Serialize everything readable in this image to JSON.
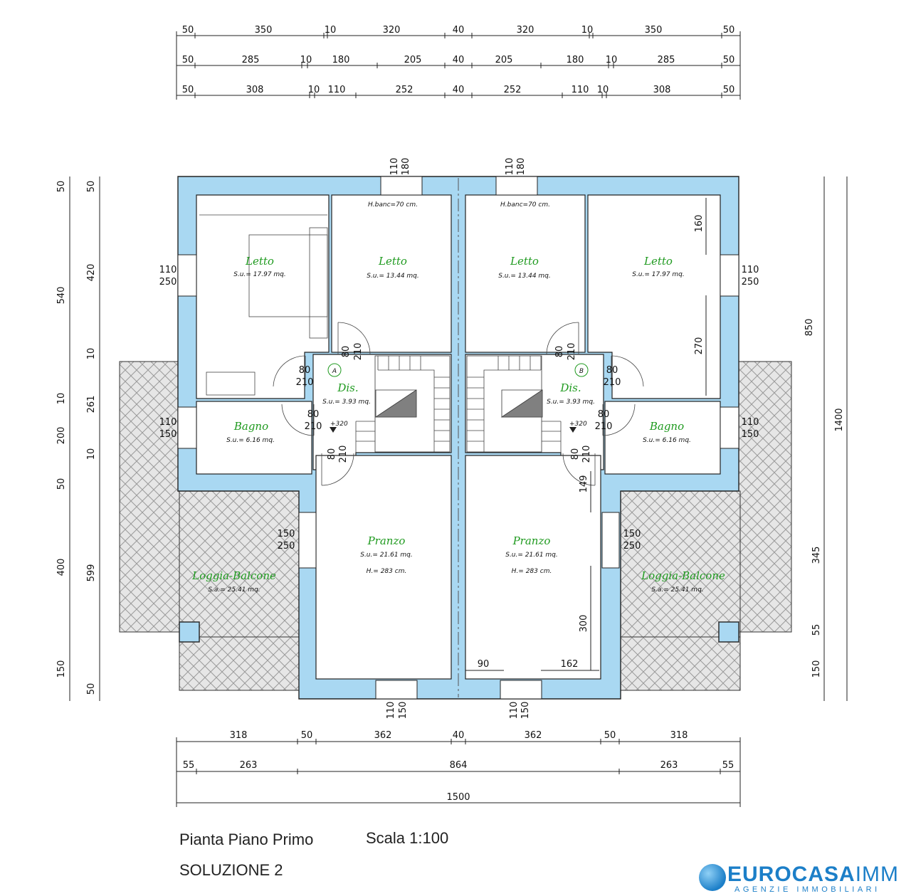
{
  "dims": {
    "top_row1": [
      "50",
      "350",
      "10",
      "320",
      "40",
      "320",
      "10",
      "350",
      "50"
    ],
    "top_row2": [
      "50",
      "285",
      "10",
      "180",
      "205",
      "40",
      "205",
      "180",
      "10",
      "285",
      "50"
    ],
    "top_row3": [
      "50",
      "308",
      "10",
      "110",
      "252",
      "40",
      "252",
      "110",
      "10",
      "308",
      "50"
    ],
    "bottom_row1": [
      "318",
      "50",
      "362",
      "40",
      "362",
      "50",
      "318"
    ],
    "bottom_row2": [
      "55",
      "263",
      "864",
      "263",
      "55"
    ],
    "bottom_total": "1500",
    "left_outer": [
      "50",
      "540",
      "10",
      "200",
      "50",
      "400",
      "150",
      "50"
    ],
    "left_inner": [
      "50",
      "420",
      "10",
      "261",
      "10",
      "599"
    ],
    "right_outer": [
      "850",
      "1400"
    ],
    "right_inner": [
      "345",
      "55",
      "150"
    ],
    "windows": {
      "top_left": [
        "110",
        "180"
      ],
      "top_right": [
        "110",
        "180"
      ],
      "bottom_left": [
        "110",
        "150"
      ],
      "bottom_right": [
        "110",
        "150"
      ],
      "side_letto": [
        "110",
        "250"
      ],
      "side_bagno": [
        "110",
        "150"
      ],
      "side_pranzo": [
        "150",
        "250"
      ]
    },
    "doors": {
      "door_a_letto": [
        "80",
        "210"
      ],
      "door_a_side": [
        "80",
        "210"
      ],
      "door_a_bagno": [
        "80",
        "210"
      ],
      "door_a_pranzo": [
        "80",
        "210"
      ]
    },
    "interior": {
      "letto_right_160": "160",
      "letto_right_270": "270",
      "pranzo_300": "300",
      "pranzo_90": "90",
      "pranzo_162": "162",
      "stair_149": "149",
      "level": "+320"
    }
  },
  "rooms": {
    "letto_left": {
      "name": "Letto",
      "area": "S.u.= 17.97 mq."
    },
    "letto_mid_left": {
      "name": "Letto",
      "area": "S.u.= 13.44 mq.",
      "note": "H.banc=70 cm."
    },
    "letto_mid_right": {
      "name": "Letto",
      "area": "S.u.= 13.44 mq.",
      "note": "H.banc=70 cm."
    },
    "letto_right": {
      "name": "Letto",
      "area": "S.u.= 17.97 mq."
    },
    "dis_left": {
      "name": "Dis.",
      "area": "S.u.= 3.93 mq.",
      "marker": "A"
    },
    "dis_right": {
      "name": "Dis.",
      "area": "S.u.= 3.93 mq.",
      "marker": "B"
    },
    "bagno_left": {
      "name": "Bagno",
      "area": "S.u.= 6.16 mq."
    },
    "bagno_right": {
      "name": "Bagno",
      "area": "S.u.= 6.16 mq."
    },
    "pranzo_left": {
      "name": "Pranzo",
      "area": "S.u.= 21.61 mq.",
      "height": "H.= 283 cm."
    },
    "pranzo_right": {
      "name": "Pranzo",
      "area": "S.u.= 21.61 mq.",
      "height": "H.= 283 cm."
    },
    "loggia_left": {
      "name": "Loggia-Balcone",
      "area": "S.a.= 25.41 mq."
    },
    "loggia_right": {
      "name": "Loggia-Balcone",
      "area": "S.a.= 25.41 mq."
    }
  },
  "title": {
    "plan_name": "Pianta Piano Primo",
    "scale": "Scala 1:100",
    "solution": "SOLUZIONE 2"
  },
  "logo": {
    "main_bold": "EUROCASA",
    "main_light": "IMM",
    "sub": "AGENZIE IMMOBILIARI"
  },
  "colors": {
    "wall": "#a9d8f2",
    "room_label": "#1f9a1f",
    "brand": "#1c7fc8"
  }
}
